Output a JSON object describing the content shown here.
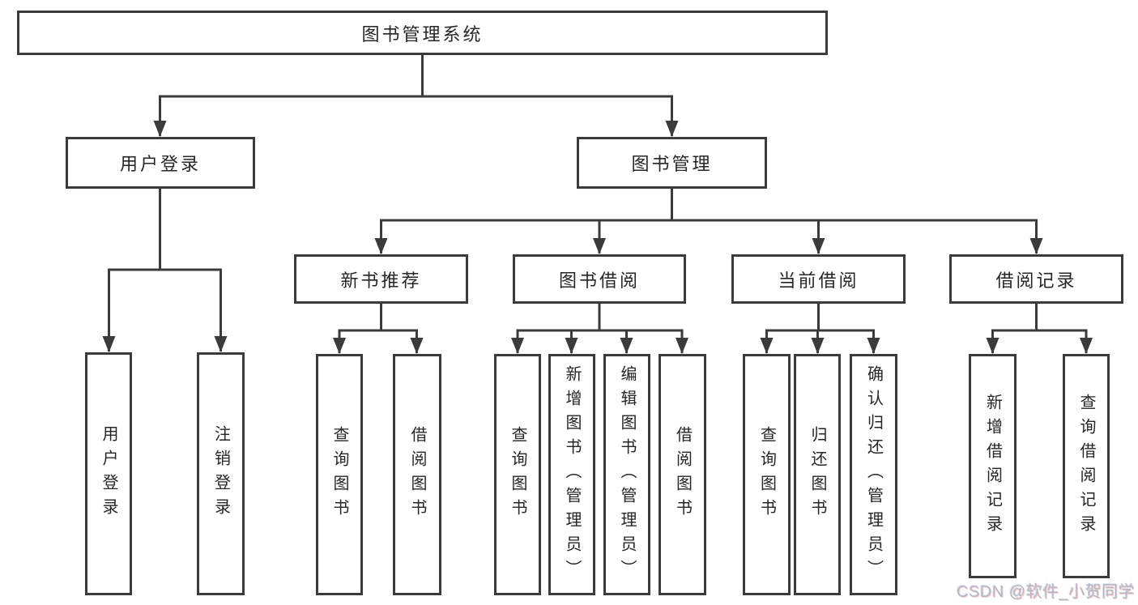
{
  "diagram": {
    "type": "hierarchy-tree",
    "tree": {
      "label": "图书管理系统",
      "children": [
        {
          "label": "用户登录",
          "children": [
            {
              "label": "用户登录"
            },
            {
              "label": "注销登录"
            }
          ]
        },
        {
          "label": "图书管理",
          "children": [
            {
              "label": "新书推荐",
              "children": [
                {
                  "label": "查询图书"
                },
                {
                  "label": "借阅图书"
                }
              ]
            },
            {
              "label": "图书借阅",
              "children": [
                {
                  "label": "查询图书"
                },
                {
                  "label": "新增图书（管理员）"
                },
                {
                  "label": "编辑图书（管理员）"
                },
                {
                  "label": "借阅图书"
                }
              ]
            },
            {
              "label": "当前借阅",
              "children": [
                {
                  "label": "查询图书"
                },
                {
                  "label": "归还图书"
                },
                {
                  "label": "确认归还（管理员）"
                }
              ]
            },
            {
              "label": "借阅记录",
              "children": [
                {
                  "label": "新增借阅记录"
                },
                {
                  "label": "查询借阅记录"
                }
              ]
            }
          ]
        }
      ]
    },
    "colors": {
      "line": "#3b3b3b",
      "text": "#262626",
      "box_background": "#ffffff",
      "watermark": "#b4b8bf"
    }
  },
  "watermark": {
    "text": "CSDN @软件_小贺同学"
  }
}
